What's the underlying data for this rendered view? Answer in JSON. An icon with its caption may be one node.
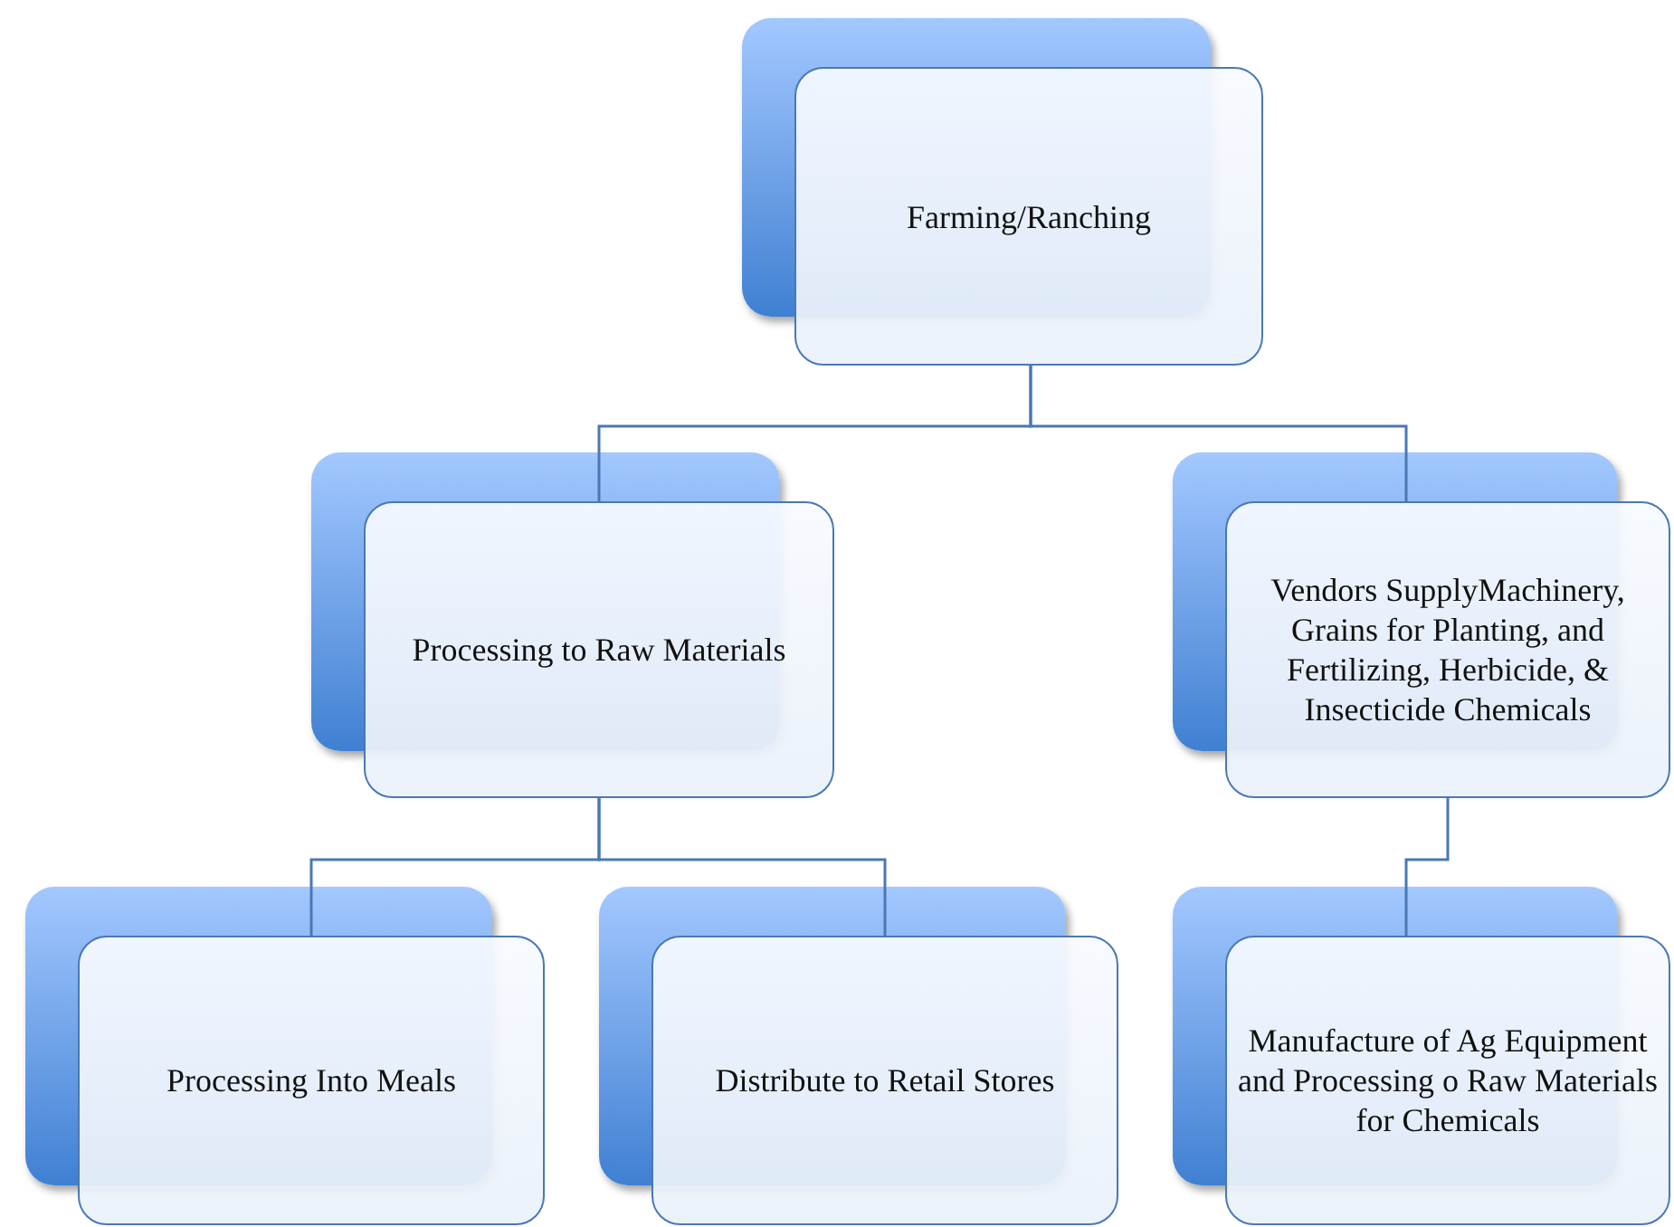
{
  "diagram": {
    "nodes": [
      {
        "text": [
          "Farming/Ranching"
        ]
      },
      {
        "text": [
          "Processing to Raw Materials"
        ]
      },
      {
        "text": [
          "Vendors SupplyMachinery, Grains for Planting, and Fertilizing, Herbicide, & Insecticide Chemicals"
        ]
      },
      {
        "text": [
          "Processing Into Meals"
        ]
      },
      {
        "text": [
          "Distribute to Retail Stores"
        ]
      },
      {
        "text": [
          "Manufacture of Ag Equipment and Processing o Raw Materials for Chemicals"
        ]
      }
    ],
    "edges": [
      {
        "from": 0,
        "to": 1,
        "arrow": "none"
      },
      {
        "from": 0,
        "to": 2,
        "arrow": "none"
      },
      {
        "from": 1,
        "to": 3,
        "arrow": "none"
      },
      {
        "from": 1,
        "to": 4,
        "arrow": "none"
      },
      {
        "from": 2,
        "to": 5,
        "arrow": "none"
      }
    ]
  }
}
